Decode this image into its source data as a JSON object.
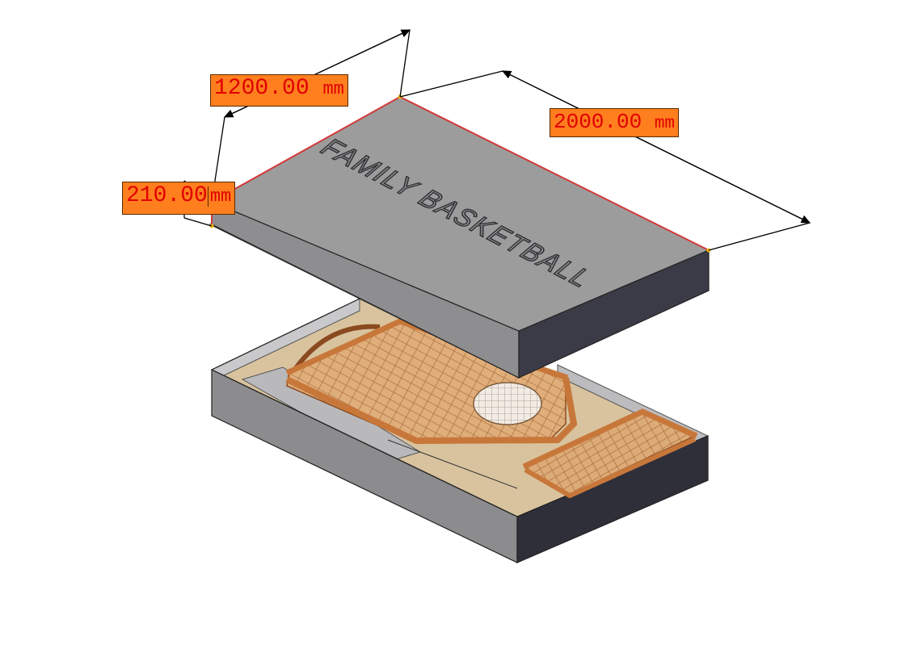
{
  "engraving": {
    "text": "FAMILY BASKETBALL"
  },
  "dimensions": {
    "width": {
      "value": "1200.00",
      "unit": "mm"
    },
    "length": {
      "value": "2000.00",
      "unit": "mm"
    },
    "height": {
      "value": "210.00",
      "unit": "mm"
    }
  },
  "colors": {
    "lid_top": "#9c9c9c",
    "lid_front": "#8e8e90",
    "lid_side": "#3b3b47",
    "base_front": "#8c8c8e",
    "base_side": "#2f2f3a",
    "court_wood": "#d9a873",
    "court_rail": "#c8773a",
    "dimension_label_bg": "#ff7f1f",
    "dimension_text": "#e00000",
    "edge_highlight": "#d23a3a"
  }
}
